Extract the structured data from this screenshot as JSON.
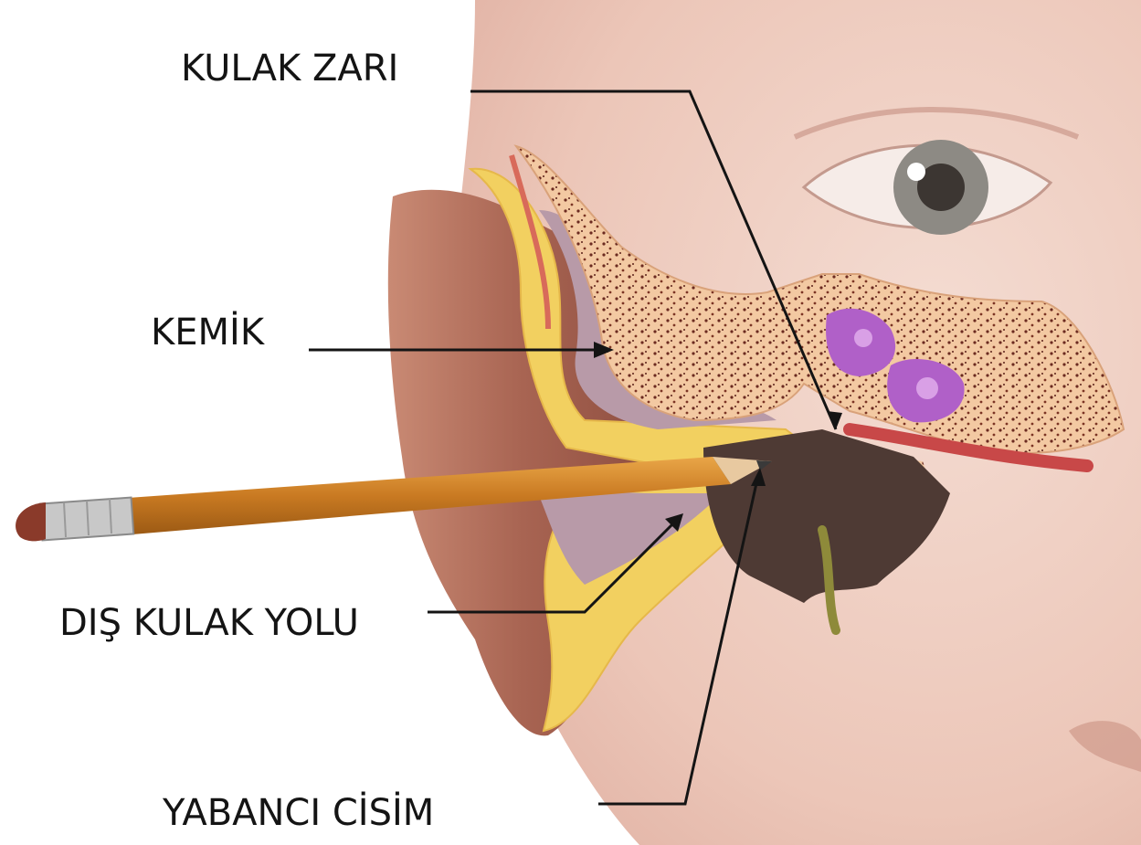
{
  "labels": {
    "eardrum": "KULAK ZARI",
    "bone": "KEMİK",
    "ear_canal": "DIŞ KULAK YOLU",
    "foreign_body": "YABANCI CİSİM"
  },
  "colors": {
    "skin": "#f2d3c6",
    "ear_outer": "#b46e5a",
    "bone_tissue": "#f3c9a2",
    "bone_dots": "#6b2a20",
    "cartilage": "#b89aa8",
    "fat": "#f2d060",
    "ossicles": "#b060c8",
    "pencil": "#d08a2e",
    "eraser": "#8a3a2a",
    "ferrule": "#c8c8c8",
    "line": "#141414"
  }
}
